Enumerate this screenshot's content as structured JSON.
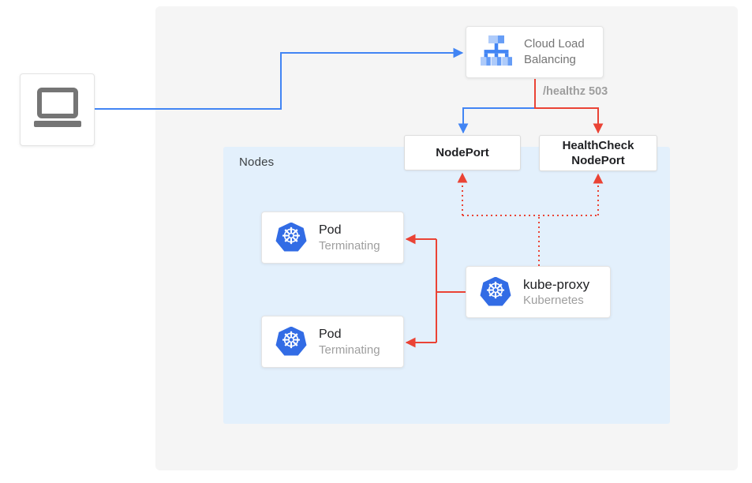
{
  "colors": {
    "line_blue": "#4285f4",
    "line_red": "#ea4335",
    "panel_background": "#f5f5f5",
    "nodes_background": "#e3f0fc",
    "kubernetes_blue": "#326ce5",
    "icon_blue_light": "#aecbfa",
    "icon_blue_medium": "#669df6",
    "card_text_dark": "#202124",
    "card_text_muted": "#9e9e9e",
    "lb_text_gray": "#757575",
    "laptop_gray": "#757575"
  },
  "diagram": {
    "client": {
      "icon": "laptop"
    },
    "load_balancer": {
      "label": "Cloud Load Balancing",
      "icon": "load-balancer"
    },
    "nodeport": {
      "label": "NodePort"
    },
    "healthcheck_nodeport": {
      "label": "HealthCheck NodePort"
    },
    "nodes_group": {
      "label": "Nodes"
    },
    "pods": [
      {
        "title": "Pod",
        "status": "Terminating",
        "icon": "kubernetes"
      },
      {
        "title": "Pod",
        "status": "Terminating",
        "icon": "kubernetes"
      }
    ],
    "kube_proxy": {
      "title": "kube-proxy",
      "subtitle": "Kubernetes",
      "icon": "kubernetes"
    },
    "edges": [
      {
        "from": "client",
        "to": "load-balancer",
        "color": "blue",
        "style": "solid"
      },
      {
        "from": "load-balancer",
        "to": "nodeport",
        "color": "blue",
        "style": "solid"
      },
      {
        "from": "load-balancer",
        "to": "healthcheck-nodeport",
        "color": "red",
        "style": "solid",
        "label": "/healthz 503"
      },
      {
        "from": "kube-proxy",
        "to": "pod-1",
        "color": "red",
        "style": "solid"
      },
      {
        "from": "kube-proxy",
        "to": "pod-2",
        "color": "red",
        "style": "solid"
      },
      {
        "from": "kube-proxy",
        "to": "nodeport",
        "color": "red",
        "style": "dotted"
      },
      {
        "from": "kube-proxy",
        "to": "healthcheck-nodeport",
        "color": "red",
        "style": "dotted"
      }
    ]
  }
}
